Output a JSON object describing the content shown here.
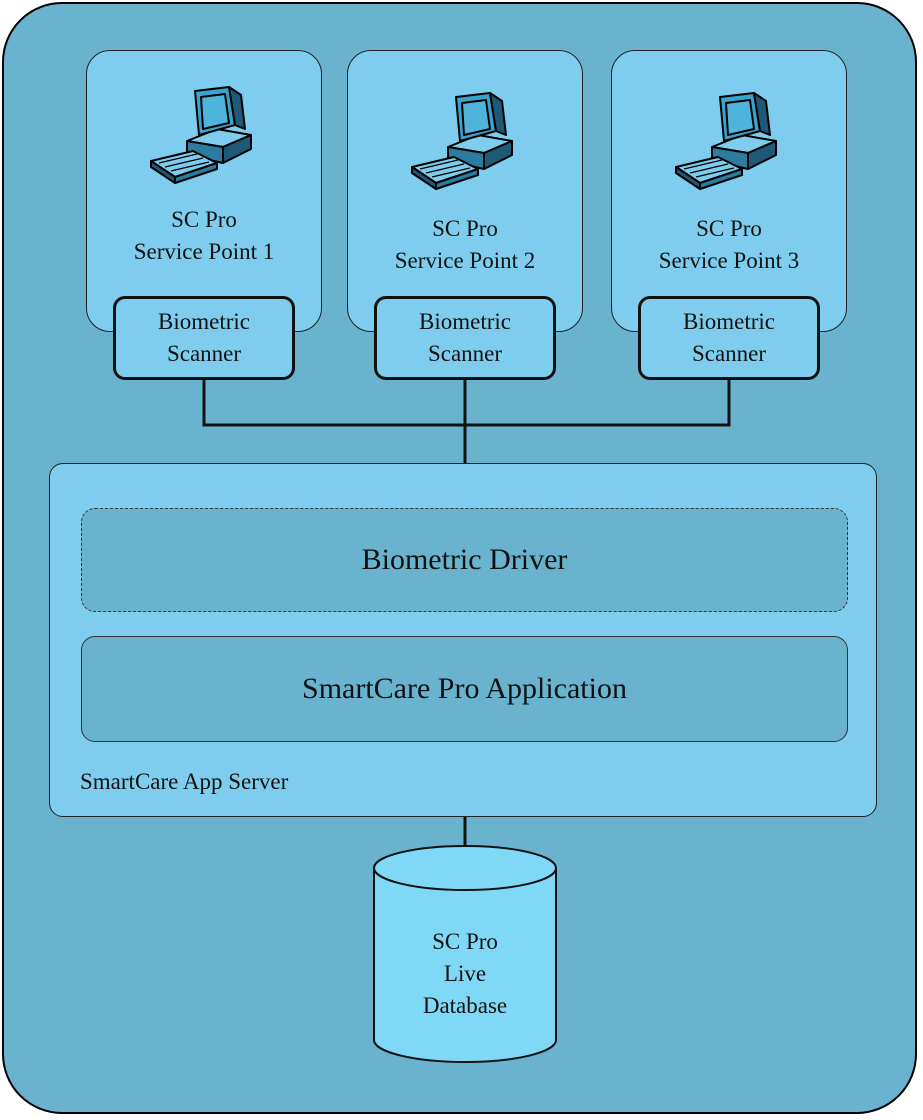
{
  "service_points": [
    {
      "line1": "SC Pro",
      "line2": "Service Point 1"
    },
    {
      "line1": "SC Pro",
      "line2": "Service Point 2"
    },
    {
      "line1": "SC Pro",
      "line2": "Service Point 3"
    }
  ],
  "scanner": {
    "line1": "Biometric",
    "line2": "Scanner"
  },
  "driver_label": "Biometric Driver",
  "app_label": "SmartCare Pro Application",
  "server_label": "SmartCare App Server",
  "database": {
    "line1": "SC Pro",
    "line2": "Live",
    "line3": "Database"
  },
  "colors": {
    "outer_fill": "#69b3cf",
    "panel_fill": "#7ecdee",
    "database_fill": "#7fd8f6",
    "computer_screen": "#4fb4dc"
  },
  "icons": [
    "computer-icon",
    "database-cylinder-icon"
  ]
}
